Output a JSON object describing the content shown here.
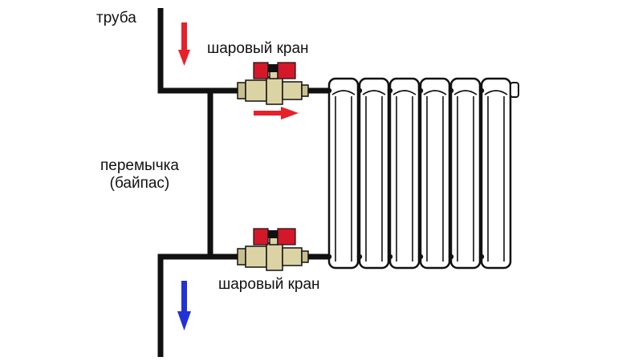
{
  "labels": {
    "pipe": "труба",
    "valve_top": "шаровый кран",
    "bypass_line1": "перемычка",
    "bypass_line2": "(байпас)",
    "valve_bottom": "шаровый кран"
  },
  "colors": {
    "pipe": "#111111",
    "hot_arrow": "#e8202a",
    "cold_arrow": "#2232d6",
    "valve_body": "#dcd3a4",
    "valve_handle": "#d4182a",
    "radiator_fill": "#ffffff",
    "radiator_outline": "#111111"
  },
  "icons": {
    "hot_flow_down": "arrow-down-icon",
    "hot_flow_right": "arrow-right-icon",
    "cold_flow_down": "arrow-down-icon"
  },
  "radiator": {
    "sections": 6
  }
}
